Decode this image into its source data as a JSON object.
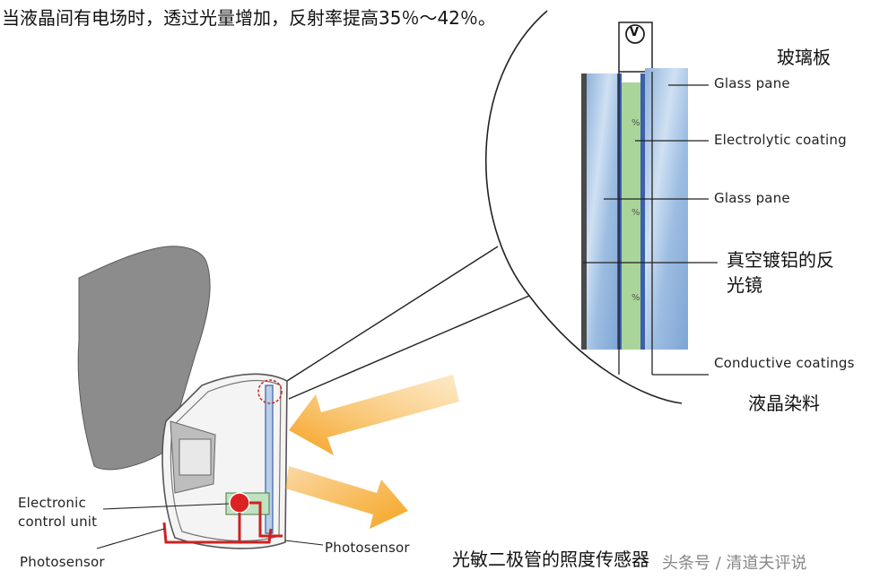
{
  "caption": "当液晶间有电场时，透过光量增加，反射率提高35％～42％。",
  "labels": {
    "glass_board": "玻璃板",
    "glass_pane_1": "Glass pane",
    "electrolytic_coating": "Electrolytic coating",
    "glass_pane_2": "Glass pane",
    "vacuum_mirror_line1": "真空镀铝的反",
    "vacuum_mirror_line2": "光镜",
    "conductive_coatings": "Conductive coatings",
    "lc_dye": "液晶染料",
    "ecu_line1": "Electronic",
    "ecu_line2": "control unit",
    "photosensor_left": "Photosensor",
    "photosensor_right": "Photosensor",
    "photodiode": "光敏二极管的照度传感器",
    "watermark": "头条号 / 清道夫评说",
    "voltmeter_symbol": "V"
  },
  "colors": {
    "glass_blue": "#a9c6e6",
    "coating_green": "#a9d59a",
    "arrow_orange": "#f5a623",
    "wire_red": "#cc2222",
    "housing_gray": "#8c8c8c"
  }
}
